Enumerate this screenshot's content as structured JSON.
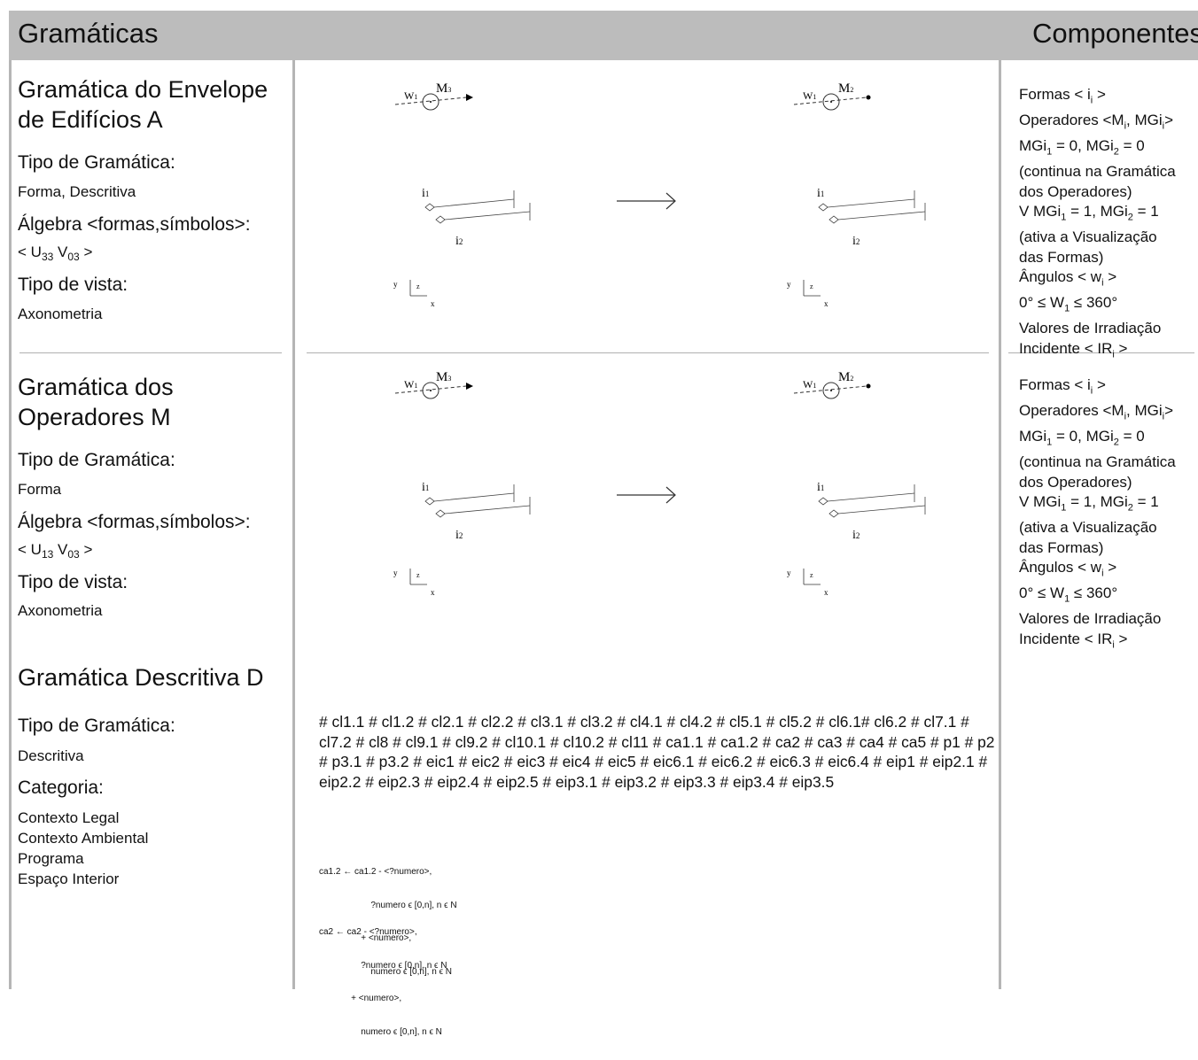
{
  "header": {
    "left_title": "Gramáticas",
    "right_title": "Componentes"
  },
  "grammars": [
    {
      "name_line1": "Gramática do Envelope",
      "name_line2": "de Edifícios A",
      "type_label": "Tipo de Gramática:",
      "type_value": "Forma, Descritiva",
      "algebra_label": "Álgebra <formas,símbolos>:",
      "algebra_prefix": "< U",
      "algebra_sub1": "33",
      "algebra_mid": " V",
      "algebra_sub2": "03",
      "algebra_suffix": " >",
      "view_label": "Tipo de vista:",
      "view_value": "Axonometria"
    },
    {
      "name_line1": "Gramática dos",
      "name_line2": "Operadores M",
      "type_label": "Tipo de Gramática:",
      "type_value": "Forma",
      "algebra_label": "Álgebra <formas,símbolos>:",
      "algebra_prefix": "< U",
      "algebra_sub1": "13",
      "algebra_mid": " V",
      "algebra_sub2": "03",
      "algebra_suffix": " >",
      "view_label": "Tipo de vista:",
      "view_value": "Axonometria"
    },
    {
      "name": "Gramática Descritiva D",
      "type_label": "Tipo de Gramática:",
      "type_value": "Descritiva",
      "category_label": "Categoria:",
      "categories": [
        "Contexto Legal",
        "Contexto Ambiental",
        "Programa",
        "Espaço Interior"
      ]
    }
  ],
  "diagram_labels": {
    "w": "W",
    "w_sub": "1",
    "m": "M",
    "m3_sub": "3",
    "m2_sub": "2",
    "i": "i",
    "i1_sub": "1",
    "i2_sub": "2",
    "axis_y": "y",
    "axis_z": "z",
    "axis_x": "x"
  },
  "components": [
    "Formas < i_i >",
    "Operadores <M_i, MGi_i>",
    "MGi_1 = 0, MGi_2 = 0",
    "(continua na Gramática",
    "dos Operadores)",
    "V  MGi_1 = 1, MGi_2 = 1",
    "(ativa a Visualização",
    "das Formas)",
    "Ângulos < w_i >",
    "0° ≤  W_1 ≤  360°",
    "Valores de Irradiação",
    "Incidente < IR_i >"
  ],
  "rules_text": "# cl1.1 # cl1.2 # cl2.1 # cl2.2 # cl3.1 # cl3.2 # cl4.1 # cl4.2 # cl5.1 # cl5.2 # cl6.1# cl6.2 # cl7.1 # cl7.2 # cl8 # cl9.1 # cl9.2 # cl10.1 # cl10.2 # cl11 # ca1.1 # ca1.2 # ca2 # ca3 # ca4 # ca5 # p1 # p2 # p3.1 # p3.2 # eic1 # eic2 # eic3 # eic4 # eic5 # eic6.1 # eic6.2 # eic6.3 # eic6.4 # eip1 # eip2.1 # eip2.2 # eip2.3 # eip2.4 # eip2.5 # eip3.1 # eip3.2 # eip3.3 # eip3.4 # eip3.5",
  "rule_ca12": [
    "ca1.2 ← ca1.2 - <?numero>,",
    "                     ?numero ϵ [0,n], n ϵ N",
    "                 + <numero>,",
    "                     numero ϵ [0,n], n ϵ N"
  ],
  "rule_ca2": [
    "ca2 ← ca2 - <?numero>,",
    "                 ?numero ϵ [0,n], n ϵ N",
    "             + <numero>,",
    "                 numero ϵ [0,n], n ϵ N"
  ]
}
